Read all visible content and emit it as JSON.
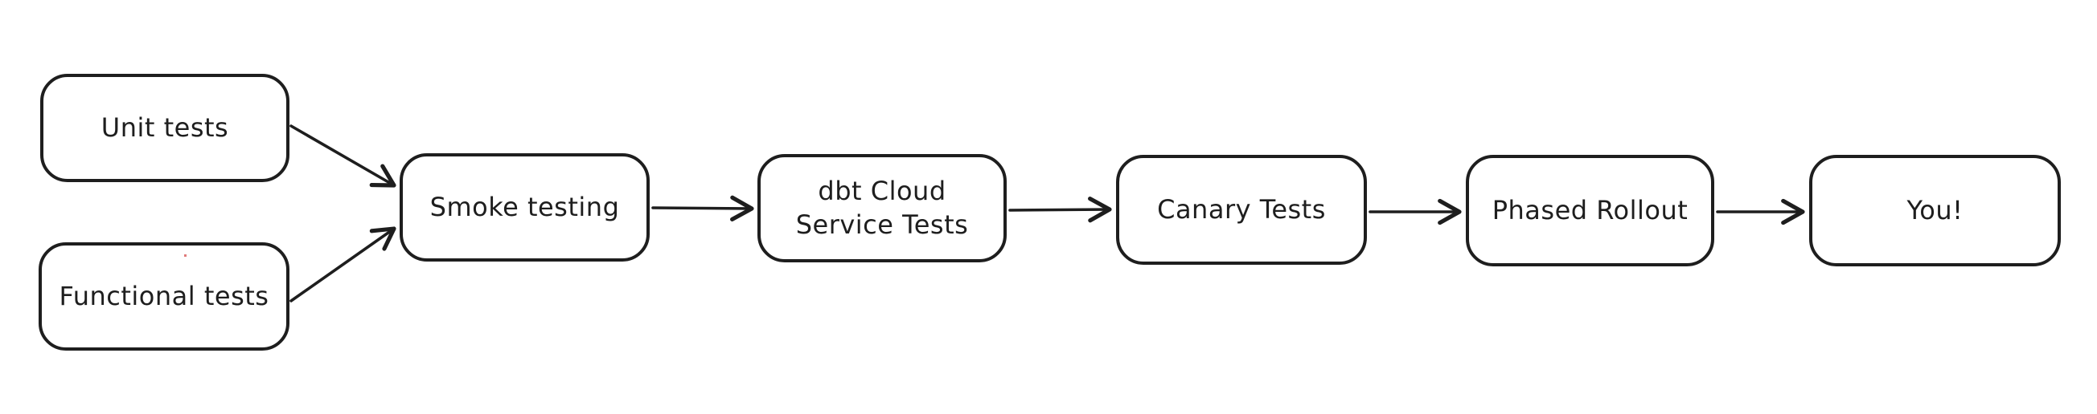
{
  "diagram": {
    "background_color": "#ffffff",
    "stroke_color": "#1e1e1e",
    "nodes": [
      {
        "id": "unit-tests",
        "label": "Unit tests"
      },
      {
        "id": "functional-tests",
        "label": "Functional tests"
      },
      {
        "id": "smoke-testing",
        "label": "Smoke testing"
      },
      {
        "id": "dbt-cloud-service-tests",
        "label": "dbt Cloud\nService Tests"
      },
      {
        "id": "canary-tests",
        "label": "Canary Tests"
      },
      {
        "id": "phased-rollout",
        "label": "Phased Rollout"
      },
      {
        "id": "you",
        "label": "You!"
      }
    ],
    "edges": [
      {
        "from": "unit-tests",
        "to": "smoke-testing"
      },
      {
        "from": "functional-tests",
        "to": "smoke-testing"
      },
      {
        "from": "smoke-testing",
        "to": "dbt-cloud-service-tests"
      },
      {
        "from": "dbt-cloud-service-tests",
        "to": "canary-tests"
      },
      {
        "from": "canary-tests",
        "to": "phased-rollout"
      },
      {
        "from": "phased-rollout",
        "to": "you"
      }
    ]
  }
}
